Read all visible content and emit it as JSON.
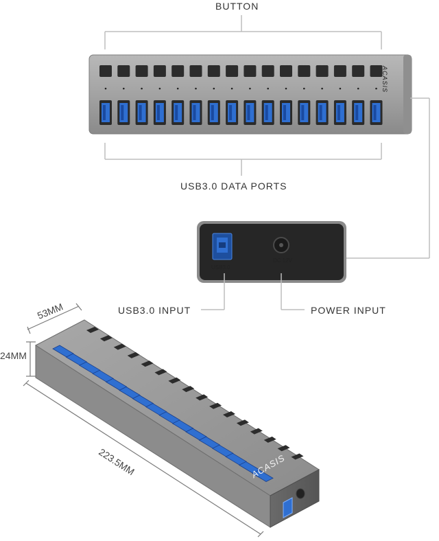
{
  "labels": {
    "button": "BUTTON",
    "usb_data_ports": "USB3.0 DATA PORTS",
    "usb_input": "USB3.0 INPUT",
    "power_input": "POWER INPUT"
  },
  "product": {
    "brand": "ACASIS",
    "port_count": 16,
    "side_usb_text": "USB3.0",
    "side_dc_text": "DC 12V"
  },
  "dimensions": {
    "width": "53MM",
    "height": "24MM",
    "length": "223.5MM"
  },
  "colors": {
    "shell": "#9a9a9a",
    "usb_blue": "#2f6fd1",
    "button": "#2c2c2c"
  }
}
